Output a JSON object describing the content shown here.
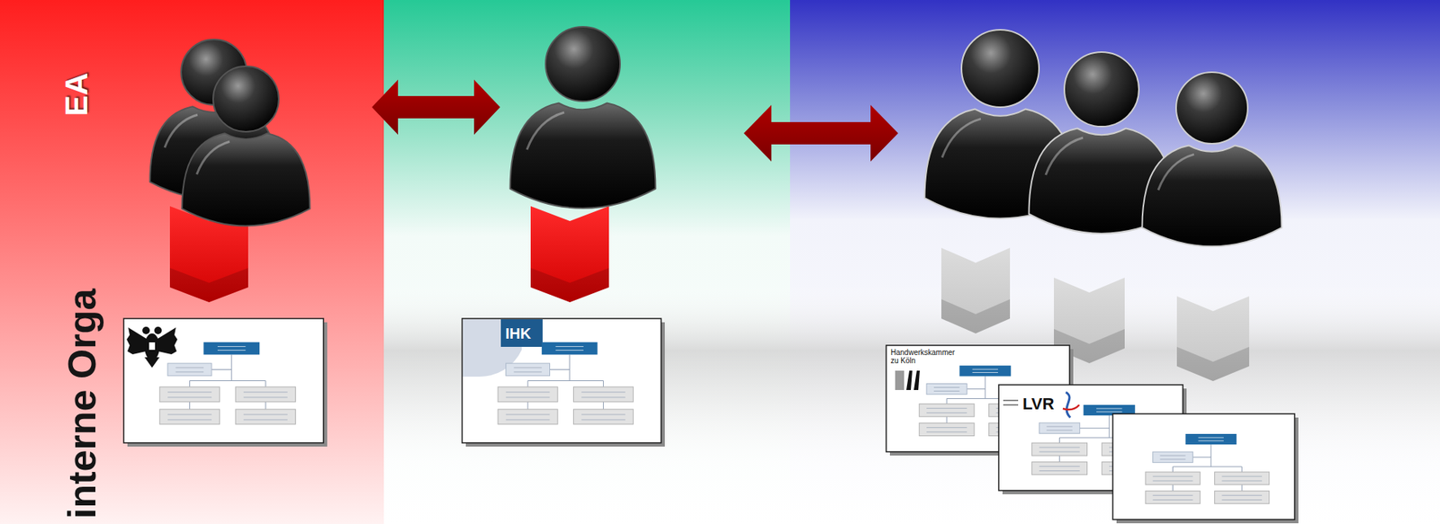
{
  "diagram": {
    "nodes": [
      {
        "text": [
          "EA",
          "interne Orga"
        ]
      },
      {
        "text": [
          "IHK"
        ]
      },
      {
        "text": [
          "Handwerkskammer zu Köln"
        ]
      },
      {
        "text": [
          "LVR"
        ]
      }
    ]
  }
}
